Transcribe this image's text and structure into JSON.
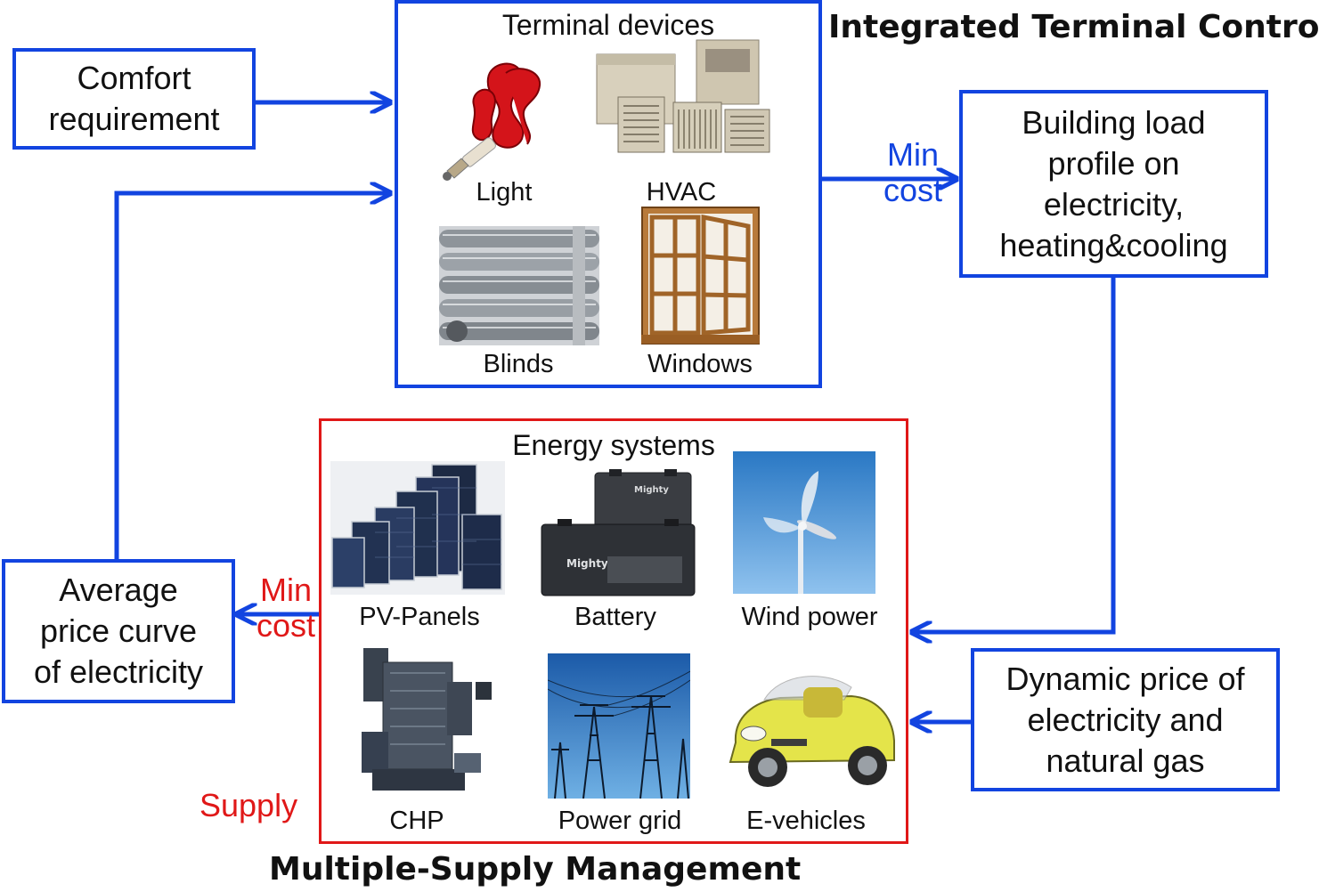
{
  "titles": {
    "integrated": "Integrated Terminal Control",
    "multiple_supply": "Multiple-Supply Management"
  },
  "boxes": {
    "comfort": [
      "Comfort",
      "requirement"
    ],
    "building_load": [
      "Building load",
      "profile on",
      "electricity,",
      "heating&cooling"
    ],
    "average_price": [
      "Average",
      "price curve",
      "of electricity"
    ],
    "dynamic_price": [
      "Dynamic price of",
      "electricity and",
      "natural gas"
    ]
  },
  "terminal": {
    "title": "Terminal devices",
    "items": {
      "light": "Light",
      "hvac": "HVAC",
      "blinds": "Blinds",
      "windows": "Windows"
    }
  },
  "energy": {
    "title": "Energy systems",
    "items": {
      "pv": "PV-Panels",
      "battery": "Battery",
      "wind": "Wind power",
      "chp": "CHP",
      "grid": "Power grid",
      "ev": "E-vehicles"
    },
    "battery_brand": "Mighty"
  },
  "arrow_labels": {
    "min_cost_top": [
      "Min",
      "cost"
    ],
    "min_cost_left": [
      "Min",
      "cost"
    ],
    "supply": "Supply"
  },
  "colors": {
    "blue": "#1244e0",
    "red": "#e01818"
  }
}
